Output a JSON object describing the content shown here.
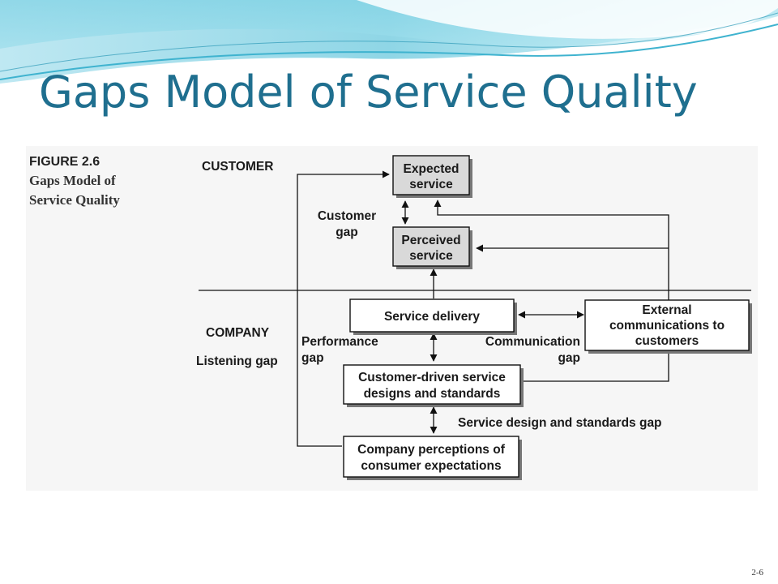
{
  "slide": {
    "title": "Gaps Model of Service Quality",
    "number": "2-6"
  },
  "figure": {
    "label": "FIGURE 2.6",
    "caption_lines": [
      "Gaps Model of",
      "Service Quality"
    ]
  },
  "sections": {
    "customer": "CUSTOMER",
    "company": "COMPANY"
  },
  "boxes": {
    "expected_service": [
      "Expected",
      "service"
    ],
    "perceived_service": [
      "Perceived",
      "service"
    ],
    "service_delivery": [
      "Service delivery"
    ],
    "external_communications": [
      "External",
      "communications to",
      "customers"
    ],
    "customer_driven_designs": [
      "Customer-driven service",
      "designs and standards"
    ],
    "company_perceptions": [
      "Company perceptions of",
      "consumer expectations"
    ]
  },
  "gaps": {
    "customer_gap": [
      "Customer",
      "gap"
    ],
    "listening_gap": [
      "Listening gap"
    ],
    "performance_gap": [
      "Performance",
      "gap"
    ],
    "communication_gap": [
      "Communication",
      "gap"
    ],
    "service_design_gap": [
      "Service design and standards gap"
    ]
  },
  "colors": {
    "title": "#1f6f8f",
    "panel": "#f6f6f6",
    "highlight_box": "#d9d9d9",
    "banner_teal": "#5fc4d8",
    "banner_light": "#cdeff6"
  }
}
